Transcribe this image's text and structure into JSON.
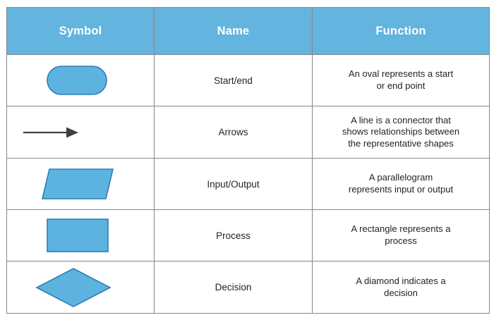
{
  "table": {
    "headers": [
      {
        "label": "Symbol",
        "key": "symbol"
      },
      {
        "label": "Name",
        "key": "name"
      },
      {
        "label": "Function",
        "key": "function"
      }
    ],
    "rows": [
      {
        "shape": "rounded-rectangle-stadium",
        "shape_icon_name": "start-end-shape-icon",
        "name": "Start/end",
        "function_lines": [
          "An oval represents a start",
          "or end point"
        ],
        "function": "An oval represents a start or end point"
      },
      {
        "shape": "arrow",
        "shape_icon_name": "arrow-shape-icon",
        "name": "Arrows",
        "function_lines": [
          "A line is a connector that",
          "shows relationships between",
          "the representative shapes"
        ],
        "function": "A line is a connector that shows relationships between the representative shapes"
      },
      {
        "shape": "parallelogram",
        "shape_icon_name": "input-output-shape-icon",
        "name": "Input/Output",
        "function_lines": [
          "A parallelogram",
          "represents input or output"
        ],
        "function": "A parallelogram represents input or output"
      },
      {
        "shape": "rectangle",
        "shape_icon_name": "process-shape-icon",
        "name": "Process",
        "function_lines": [
          "A rectangle represents a",
          "process"
        ],
        "function": "A rectangle represents a process"
      },
      {
        "shape": "diamond",
        "shape_icon_name": "decision-shape-icon",
        "name": "Decision",
        "function_lines": [
          "A diamond indicates a",
          "decision"
        ],
        "function": "A diamond indicates a decision"
      }
    ]
  },
  "colors": {
    "header_background": "#63b4de",
    "header_text": "#ffffff",
    "shape_fill": "#5cb3e0",
    "shape_stroke": "#2e7db5",
    "arrow": "#3f3f3f",
    "border": "#878787",
    "body_text": "#231f20",
    "page_background": "#ffffff"
  }
}
